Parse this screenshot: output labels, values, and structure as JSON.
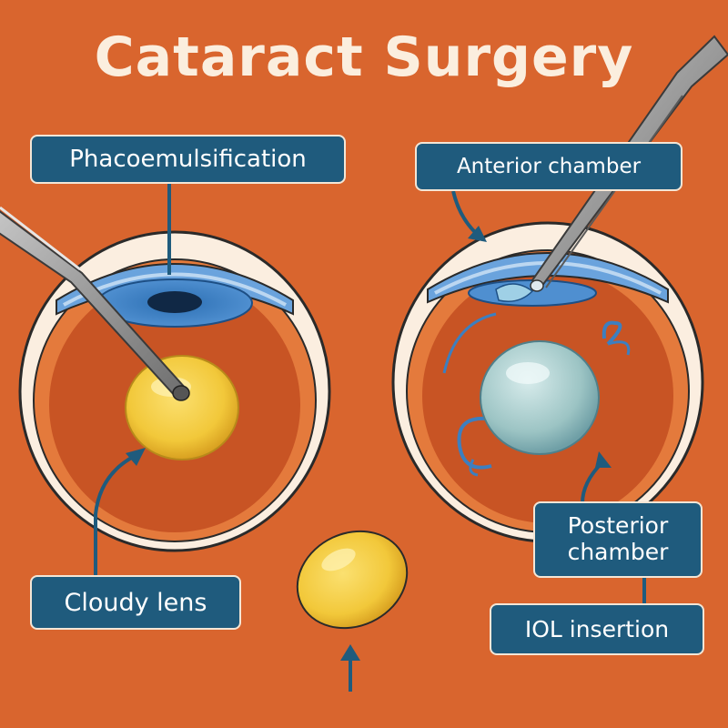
{
  "title": "Cataract Surgery",
  "labels": {
    "phacoemulsification": "Phacoemulsification",
    "anterior_chamber": "Anterior chamber",
    "cloudy_lens": "Cloudy lens",
    "posterior_chamber": "Posterior chamber",
    "iol_insertion": "IOL insertion"
  },
  "colors": {
    "background": "#d9652e",
    "label_fill": "#1f5b7d",
    "label_border": "#f3e6d6",
    "cornea_blue": "#5b8fd0",
    "cloudy_lens_yellow": "#f2c83a",
    "iol_teal": "#9cc4c4",
    "eye_interior": "#c85424",
    "eye_ring": "#e47a3c",
    "sclera": "#fbeee0",
    "instrument_gray": "#9a9a9a",
    "arrow": "#1f5b7d"
  }
}
